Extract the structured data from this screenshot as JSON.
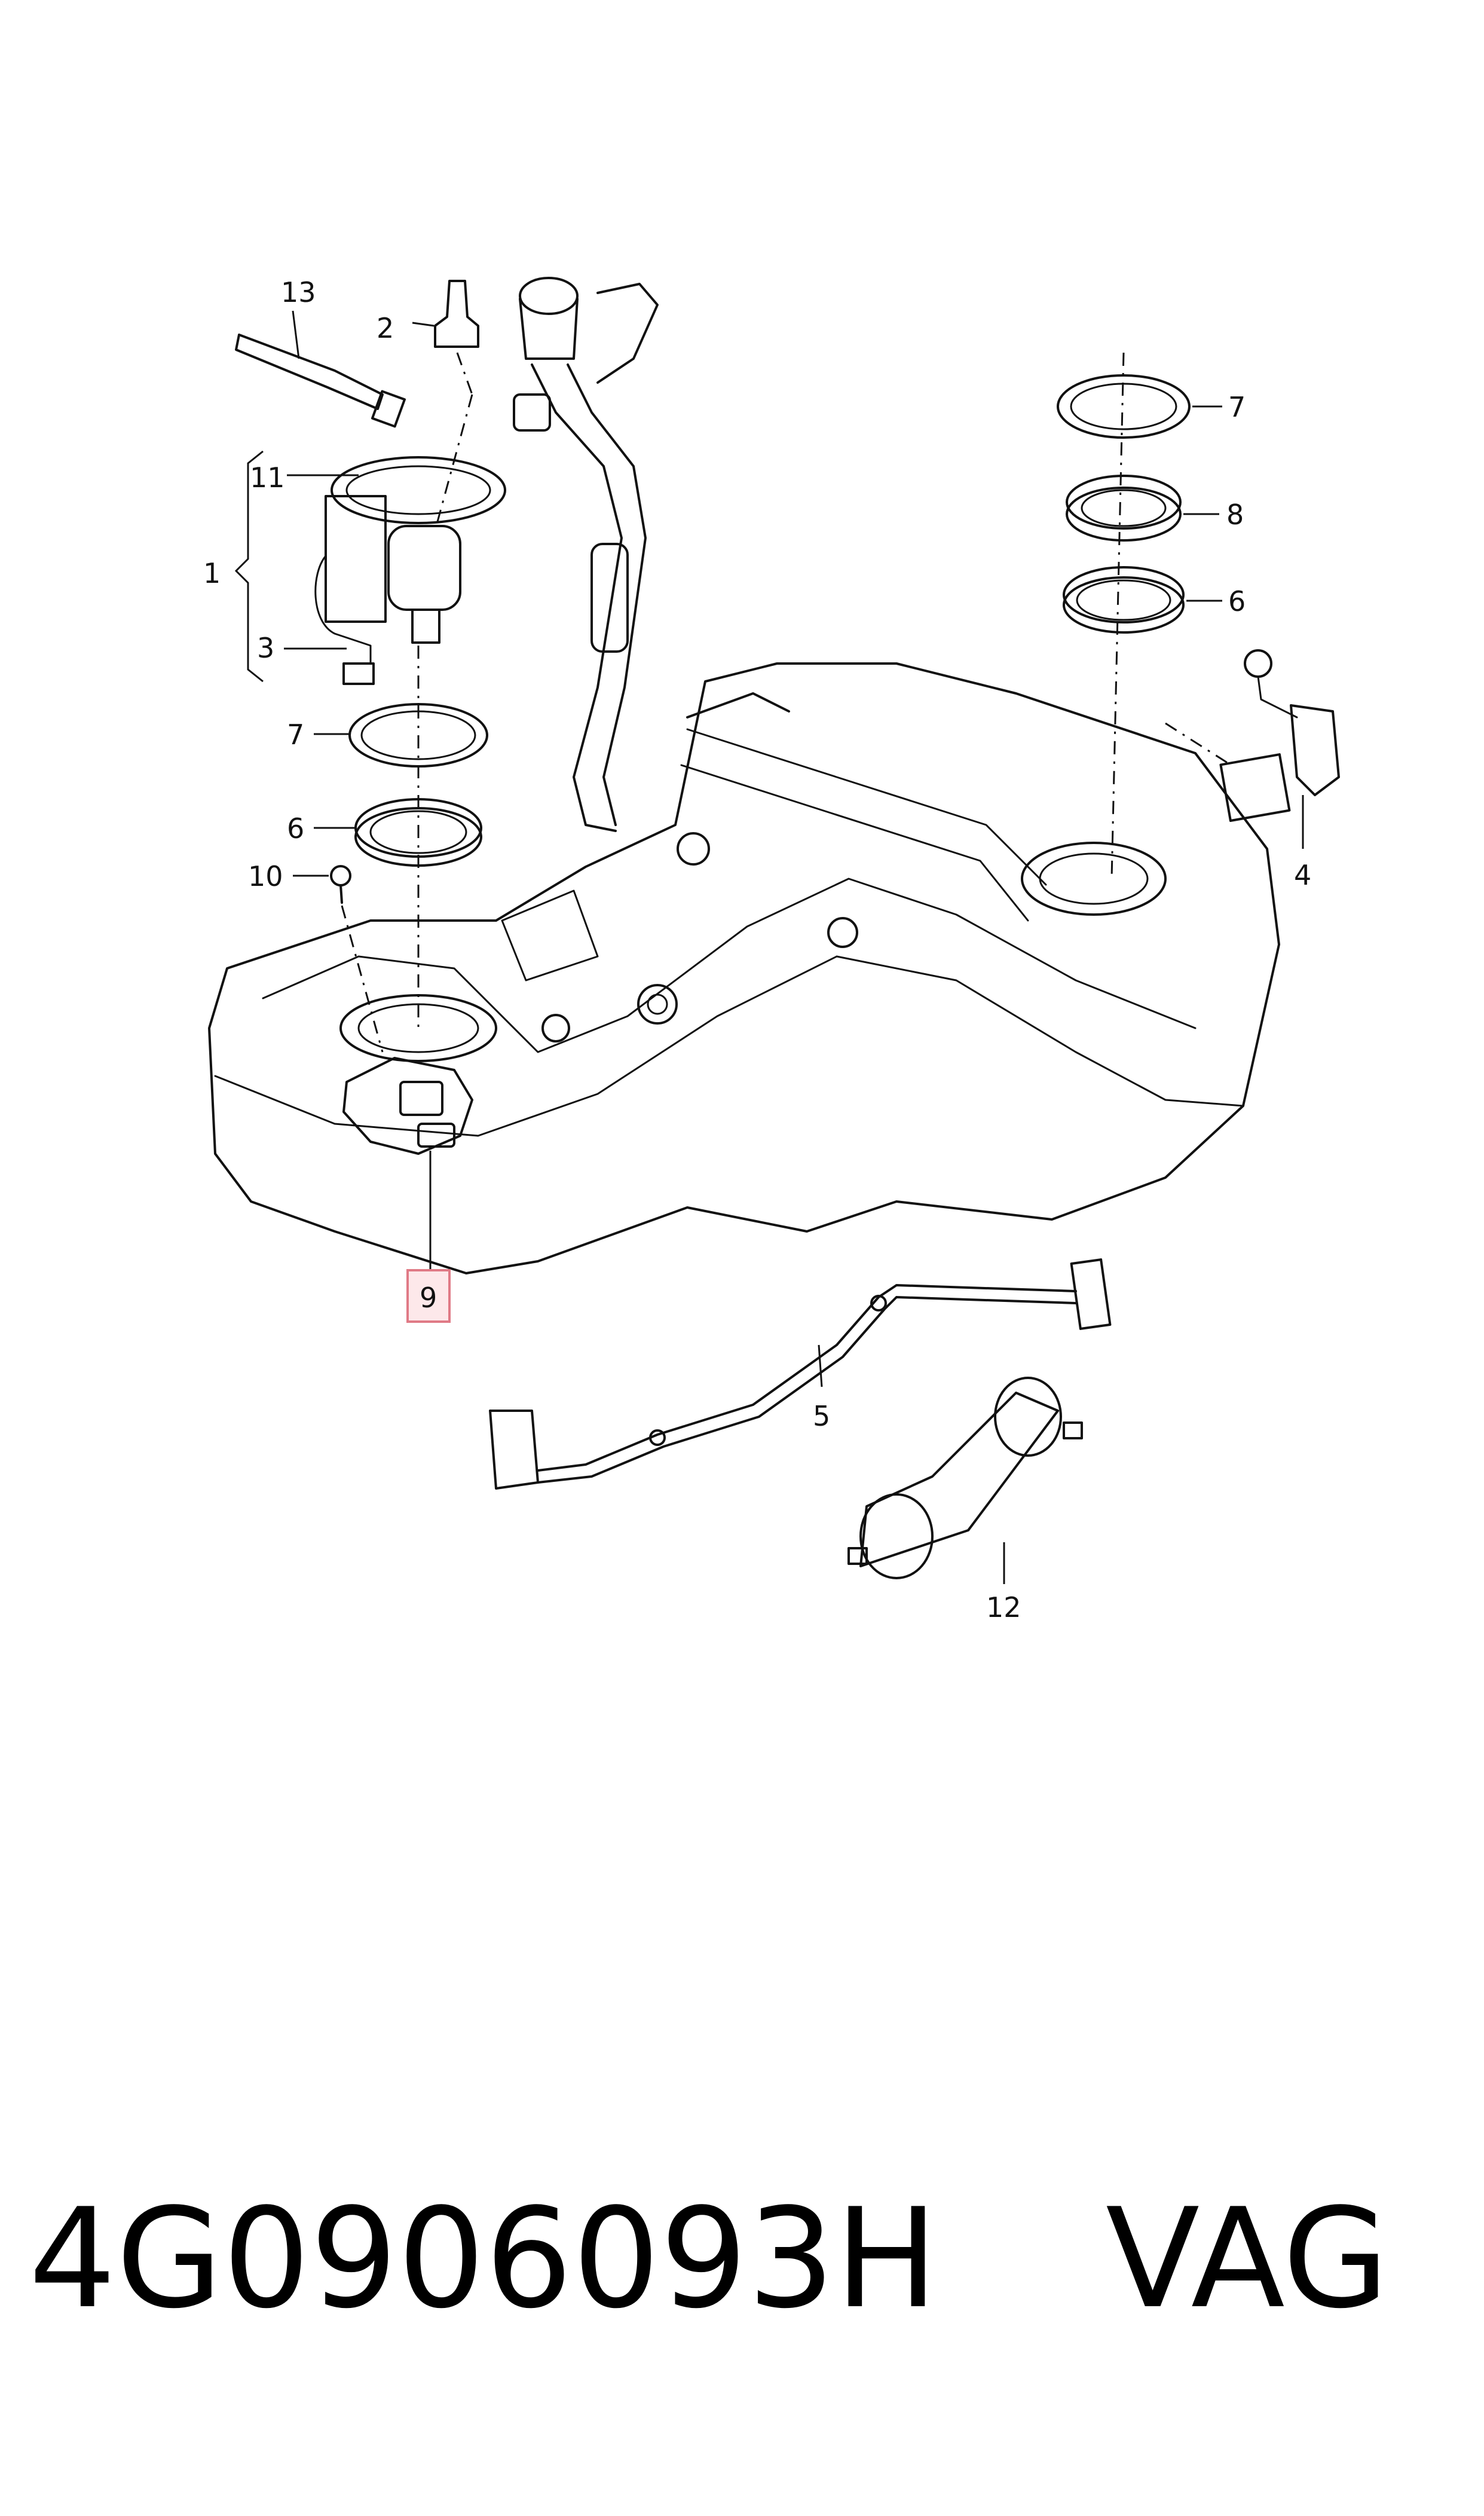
{
  "diagram": {
    "callouts": [
      {
        "id": "1",
        "text": "1"
      },
      {
        "id": "2",
        "text": "2"
      },
      {
        "id": "3",
        "text": "3"
      },
      {
        "id": "4",
        "text": "4"
      },
      {
        "id": "5",
        "text": "5"
      },
      {
        "id": "6a",
        "text": "6"
      },
      {
        "id": "6b",
        "text": "6"
      },
      {
        "id": "7a",
        "text": "7"
      },
      {
        "id": "7b",
        "text": "7"
      },
      {
        "id": "8",
        "text": "8"
      },
      {
        "id": "9",
        "text": "9"
      },
      {
        "id": "10",
        "text": "10"
      },
      {
        "id": "11",
        "text": "11"
      },
      {
        "id": "12",
        "text": "12"
      },
      {
        "id": "13",
        "text": "13"
      }
    ],
    "highlighted_callout": "9",
    "highlight_color": "#e07a86"
  },
  "footer": {
    "part_number": "4G0906093H",
    "brand": "VAG"
  }
}
